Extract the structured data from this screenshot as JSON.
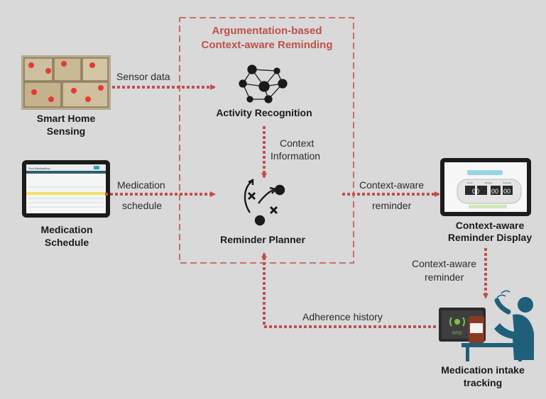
{
  "box_title": {
    "line1": "Argumentation-based",
    "line2": "Context-aware  Reminding"
  },
  "nodes": {
    "smart_home": {
      "line1": "Smart Home",
      "line2": "Sensing"
    },
    "activity": {
      "label": "Activity Recognition"
    },
    "medication_schedule": {
      "line1": "Medication",
      "line2": "Schedule"
    },
    "planner": {
      "label": "Reminder Planner"
    },
    "display": {
      "line1": "Context-aware",
      "line2": "Reminder Display"
    },
    "tracking": {
      "line1": "Medication intake",
      "line2": "tracking"
    }
  },
  "edges": {
    "sensor_data": "Sensor data",
    "context_info": {
      "line1": "Context",
      "line2": "Information"
    },
    "med_schedule": {
      "line1": "Medication",
      "line2": "schedule"
    },
    "reminder_out": {
      "line1": "Context-aware",
      "line2": "reminder"
    },
    "reminder_down": {
      "line1": "Context-aware",
      "line2": "reminder"
    },
    "adherence": "Adherence history"
  },
  "thumbnails": {
    "schedule_header": "Your Medications",
    "timer_digits": [
      "00",
      "00",
      "00"
    ],
    "timer_units": [
      "Hours",
      "Minutes",
      "Seconds"
    ],
    "rfid_label": "RFID"
  },
  "colors": {
    "accent": "#c0504d",
    "background": "#d9d9d9",
    "person": "#1f5f7a"
  }
}
